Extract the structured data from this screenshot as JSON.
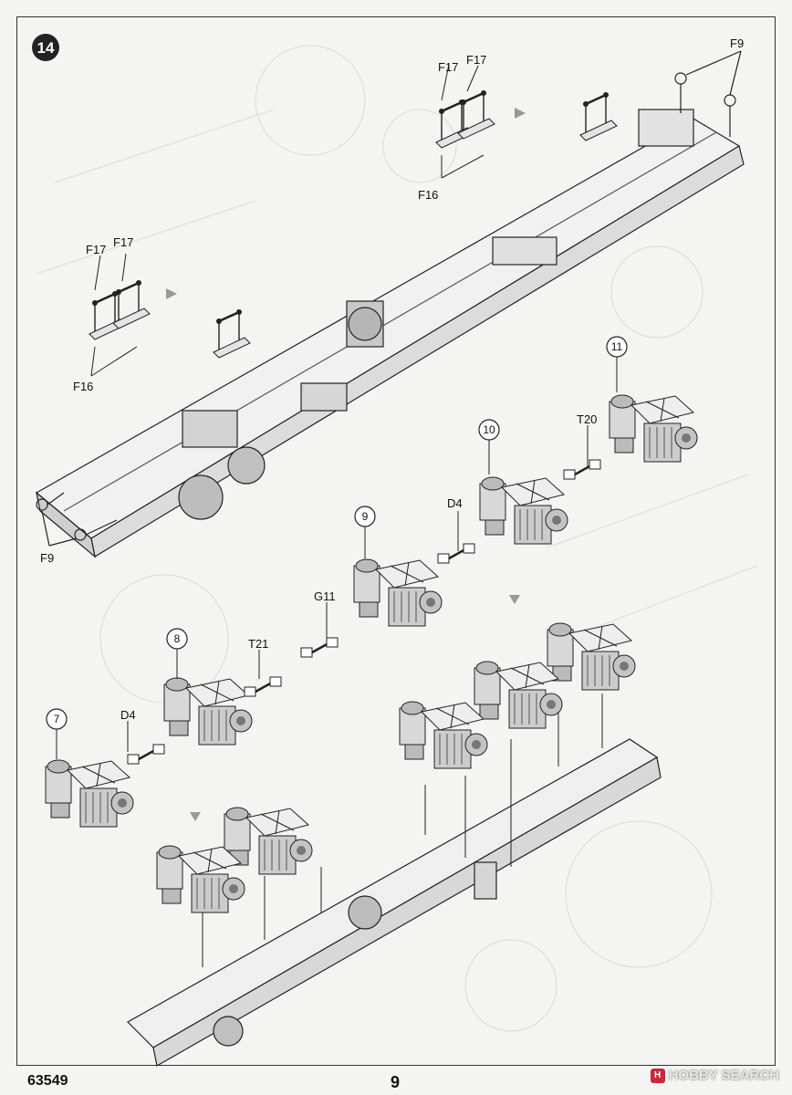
{
  "step": {
    "number": "14"
  },
  "labels": {
    "f9_top": "F9",
    "f17_a1": "F17",
    "f17_a2": "F17",
    "f16_a": "F16",
    "f17_b1": "F17",
    "f17_b2": "F17",
    "f16_b": "F16",
    "f9_left": "F9",
    "t20": "T20",
    "d4_a": "D4",
    "g11": "G11",
    "t21": "T21",
    "d4_b": "D4"
  },
  "circles": {
    "c11": "11",
    "c10": "10",
    "c9": "9",
    "c8": "8",
    "c7": "7"
  },
  "footer": {
    "code": "63549",
    "page": "9"
  },
  "watermark": {
    "logo": "H",
    "text": "HOBBY SEARCH"
  }
}
